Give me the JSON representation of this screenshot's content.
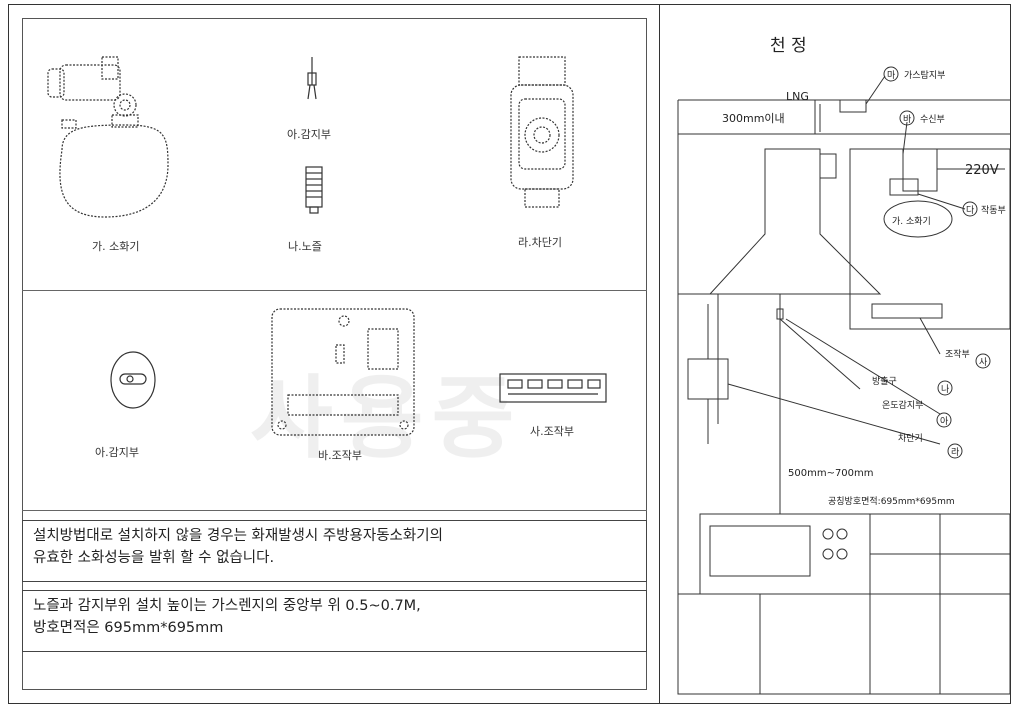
{
  "parts": {
    "extinguisher": "가. 소화기",
    "sensor_top": "아.감지부",
    "nozzle": "나.노즐",
    "shutoff": "라.차단기",
    "sensor_round": "아.감지부",
    "receiver": "바.조작부",
    "control": "사.조작부"
  },
  "notes": {
    "note1_line1": "설치방법대로 설치하지 않을 경우는 화재발생시 주방용자동소화기의",
    "note1_line2": "유효한 소화성능을 발휘 할 수 없습니다.",
    "note2_line1": "노즐과 감지부위 설치 높이는 가스렌지의 중앙부 위 0.5~0.7M,",
    "note2_line2": "방호면적은 695mm*695mm"
  },
  "diagram": {
    "ceiling": "천      정",
    "lng": "LNG",
    "gas_detector": "가스탐지부",
    "gas_detector_mark": "마",
    "distance_300": "300mm이내",
    "receiver": "수신부",
    "receiver_mark": "바",
    "voltage": "220V",
    "extinguisher": "가. 소화기",
    "actuator": "작동부",
    "actuator_mark": "다",
    "control": "조작부",
    "control_mark": "사",
    "outlet": "방출구",
    "outlet_mark": "나",
    "temp_sensor": "온도감지부",
    "temp_sensor_mark": "아",
    "shutoff": "차단기",
    "shutoff_mark": "라",
    "distance_500_700": "500mm~700mm",
    "area": "공칭방호면적:695mm*695mm"
  }
}
